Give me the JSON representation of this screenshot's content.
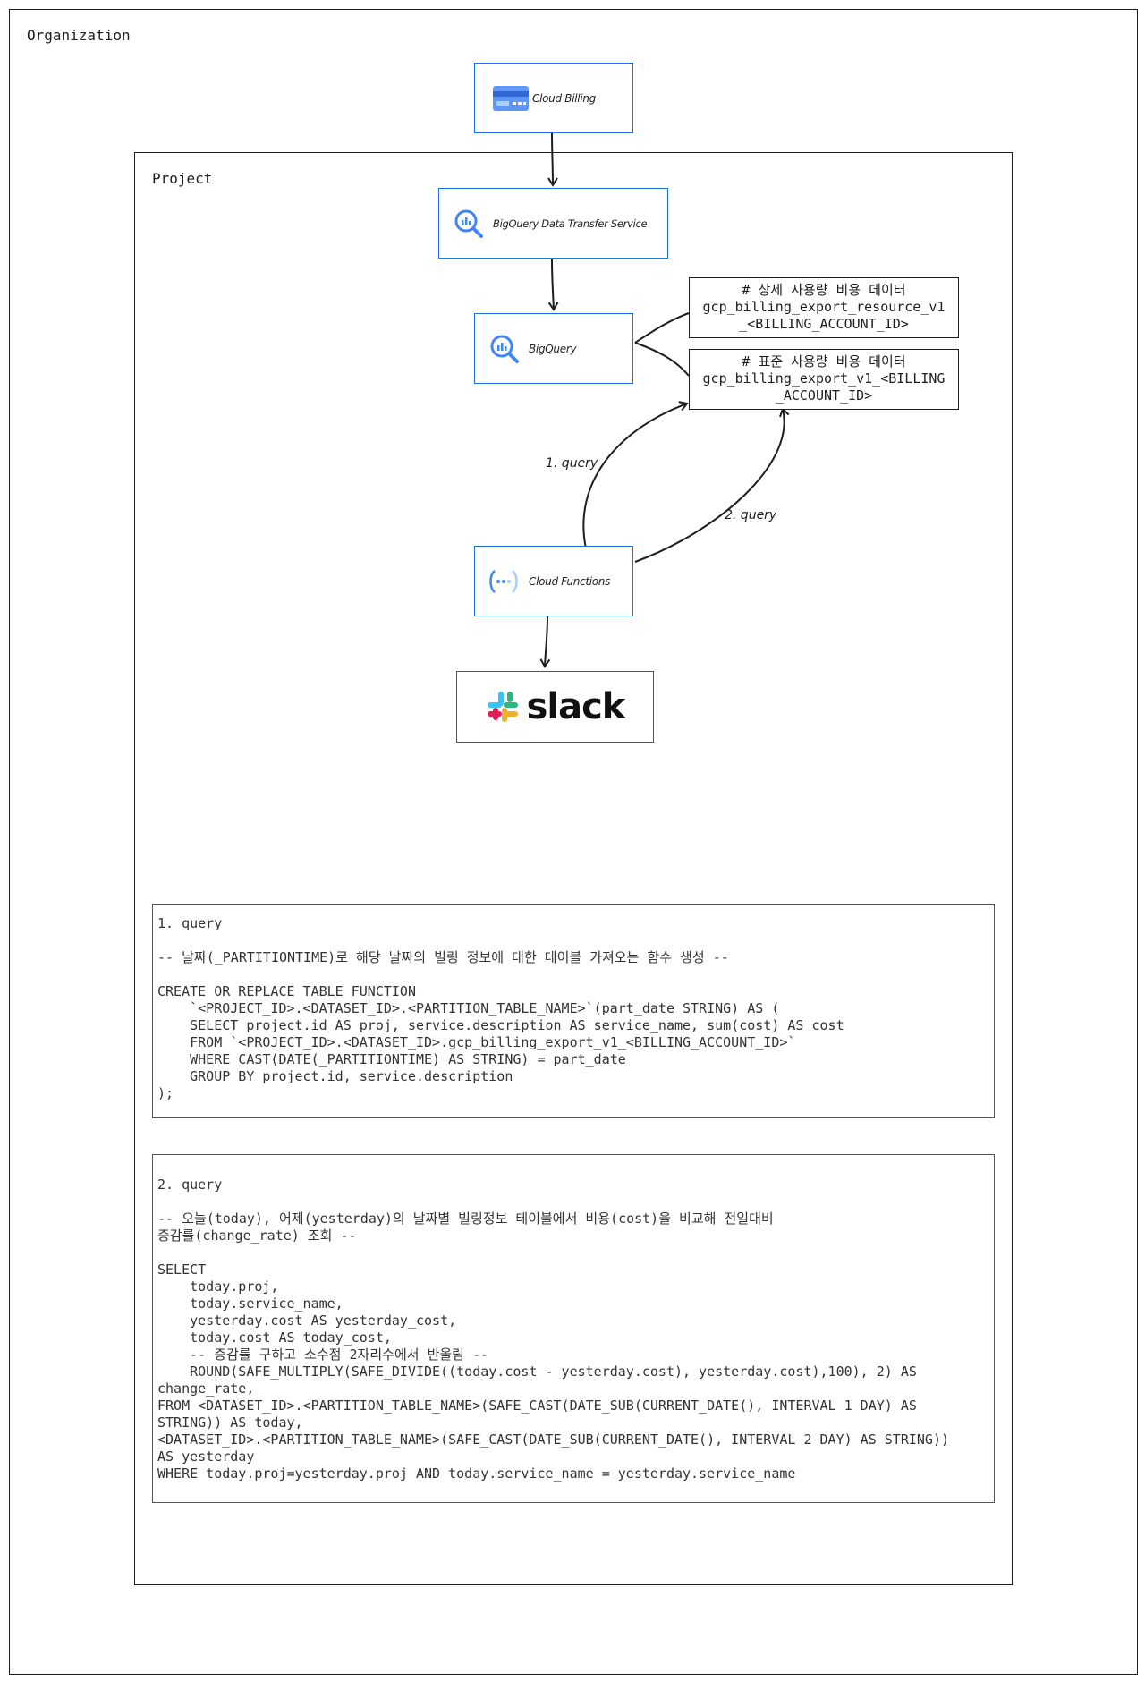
{
  "organization": {
    "label": "Organization"
  },
  "project": {
    "label": "Project"
  },
  "nodes": {
    "cloud_billing": {
      "label": "Cloud Billing",
      "icon": "credit-card-icon"
    },
    "transfer_service": {
      "label": "BigQuery Data Transfer Service",
      "icon": "bigquery-icon"
    },
    "bigquery": {
      "label": "BigQuery",
      "icon": "bigquery-icon"
    },
    "cloud_functions": {
      "label": "Cloud Functions",
      "icon": "cloud-functions-icon"
    },
    "slack": {
      "label": "slack",
      "icon": "slack-logo-icon"
    }
  },
  "tables": {
    "resource": "# 상세 사용량 비용 데이터\ngcp_billing_export_resource_v1\n_<BILLING_ACCOUNT_ID>",
    "standard": "# 표준 사용량 비용 데이터\ngcp_billing_export_v1_<BILLING\n_ACCOUNT_ID>"
  },
  "edges": {
    "query1_label": "1. query",
    "query2_label": "2. query"
  },
  "queries": {
    "query1": "1. query\n\n-- 날짜(_PARTITIONTIME)로 해당 날짜의 빌링 정보에 대한 테이블 가져오는 함수 생성 --\n\nCREATE OR REPLACE TABLE FUNCTION\n    `<PROJECT_ID>.<DATASET_ID>.<PARTITION_TABLE_NAME>`(part_date STRING) AS (\n    SELECT project.id AS proj, service.description AS service_name, sum(cost) AS cost\n    FROM `<PROJECT_ID>.<DATASET_ID>.gcp_billing_export_v1_<BILLING_ACCOUNT_ID>`\n    WHERE CAST(DATE(_PARTITIONTIME) AS STRING) = part_date\n    GROUP BY project.id, service.description\n);",
    "query2": "2. query\n\n-- 오늘(today), 어제(yesterday)의 날짜별 빌링정보 테이블에서 비용(cost)을 비교해 전일대비\n증감률(change_rate) 조회 --\n\nSELECT\n    today.proj,\n    today.service_name,\n    yesterday.cost AS yesterday_cost,\n    today.cost AS today_cost,\n    -- 증감률 구하고 소수점 2자리수에서 반올림 --\n    ROUND(SAFE_MULTIPLY(SAFE_DIVIDE((today.cost - yesterday.cost), yesterday.cost),100), 2) AS\nchange_rate,\nFROM <DATASET_ID>.<PARTITION_TABLE_NAME>(SAFE_CAST(DATE_SUB(CURRENT_DATE(), INTERVAL 1 DAY) AS\nSTRING)) AS today,\n<DATASET_ID>.<PARTITION_TABLE_NAME>(SAFE_CAST(DATE_SUB(CURRENT_DATE(), INTERVAL 2 DAY) AS STRING))\nAS yesterday\nWHERE today.proj=yesterday.proj AND today.service_name = yesterday.service_name"
  },
  "colors": {
    "node_border": "#1a73e8",
    "stroke": "#1e1e1e"
  }
}
